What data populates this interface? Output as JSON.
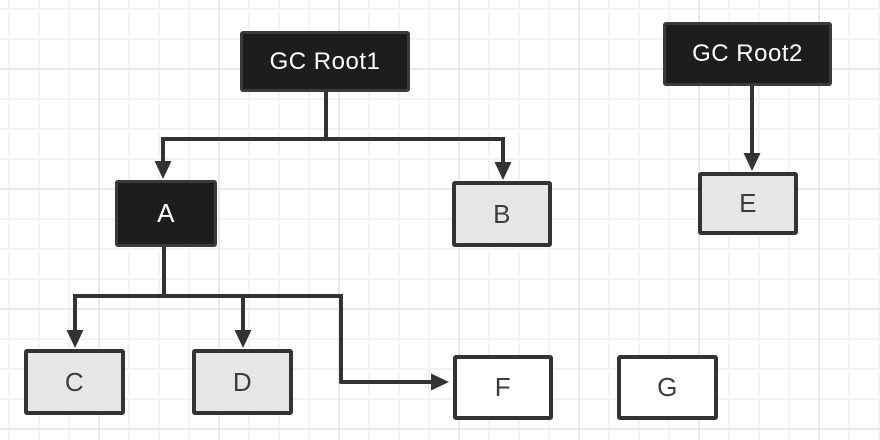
{
  "diagram": {
    "type": "tree",
    "description": "GC roots object reachability graph",
    "colors": {
      "background": "#ffffff",
      "grid_minor": "#f3f3f3",
      "grid_major": "#e9e9e9",
      "node_dark_fill": "#1d1d1d",
      "node_dark_border": "#3a3a3a",
      "node_light_fill": "#e6e6e6",
      "node_white_fill": "#ffffff",
      "node_border": "#333333",
      "edge": "#333333",
      "text_on_dark": "#ffffff",
      "text_on_light": "#3d3d3d"
    },
    "nodes": [
      {
        "id": "root1",
        "label": "GC Root1",
        "variant": "dark"
      },
      {
        "id": "root2",
        "label": "GC Root2",
        "variant": "dark"
      },
      {
        "id": "A",
        "label": "A",
        "variant": "dark"
      },
      {
        "id": "B",
        "label": "B",
        "variant": "light"
      },
      {
        "id": "E",
        "label": "E",
        "variant": "light"
      },
      {
        "id": "C",
        "label": "C",
        "variant": "light"
      },
      {
        "id": "D",
        "label": "D",
        "variant": "light"
      },
      {
        "id": "F",
        "label": "F",
        "variant": "white"
      },
      {
        "id": "G",
        "label": "G",
        "variant": "white"
      }
    ],
    "edges": [
      {
        "from": "root1",
        "to": "A"
      },
      {
        "from": "root1",
        "to": "B"
      },
      {
        "from": "root2",
        "to": "E"
      },
      {
        "from": "A",
        "to": "C"
      },
      {
        "from": "A",
        "to": "D"
      },
      {
        "from": "A",
        "to": "F"
      }
    ]
  }
}
